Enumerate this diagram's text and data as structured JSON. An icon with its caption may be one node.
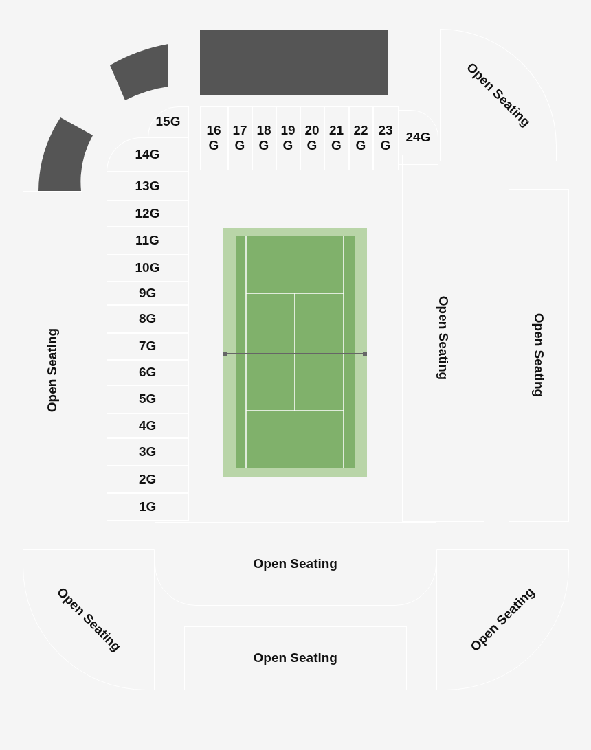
{
  "diagram": {
    "nodes": [
      {
        "text": [],
        "shape": "box"
      },
      {
        "text": [],
        "shape": "box"
      },
      {
        "text": [],
        "shape": "box"
      },
      {
        "text": [
          "Open Seating"
        ]
      },
      {
        "text": [
          "15G"
        ]
      },
      {
        "text": [
          "16 G"
        ]
      },
      {
        "text": [
          "17 G"
        ]
      },
      {
        "text": [
          "18 G"
        ]
      },
      {
        "text": [
          "19 G"
        ]
      },
      {
        "text": [
          "20 G"
        ]
      },
      {
        "text": [
          "21 G"
        ]
      },
      {
        "text": [
          "22 G"
        ]
      },
      {
        "text": [
          "23 G"
        ]
      },
      {
        "text": [
          "24G"
        ]
      },
      {
        "text": [
          "14G"
        ]
      },
      {
        "text": [
          "13G"
        ]
      },
      {
        "text": [
          "12G"
        ]
      },
      {
        "text": [
          "11G"
        ]
      },
      {
        "text": [
          "10G"
        ]
      },
      {
        "text": [
          "9G"
        ]
      },
      {
        "text": [
          "8G"
        ]
      },
      {
        "text": [
          "7G"
        ]
      },
      {
        "text": [
          "6G"
        ]
      },
      {
        "text": [
          "5G"
        ]
      },
      {
        "text": [
          "4G"
        ]
      },
      {
        "text": [
          "3G"
        ]
      },
      {
        "text": [
          "2G"
        ]
      },
      {
        "text": [
          "1G"
        ]
      },
      {
        "text": [
          "Open Seating"
        ]
      },
      {
        "text": [
          "Open Seating"
        ]
      },
      {
        "text": [
          "Open Seating"
        ]
      },
      {
        "text": [
          "Open Seating"
        ]
      },
      {
        "text": [
          "Open Seating"
        ]
      },
      {
        "text": [
          "Open Seating"
        ]
      },
      {
        "text": [
          "Open Seating"
        ]
      }
    ]
  }
}
